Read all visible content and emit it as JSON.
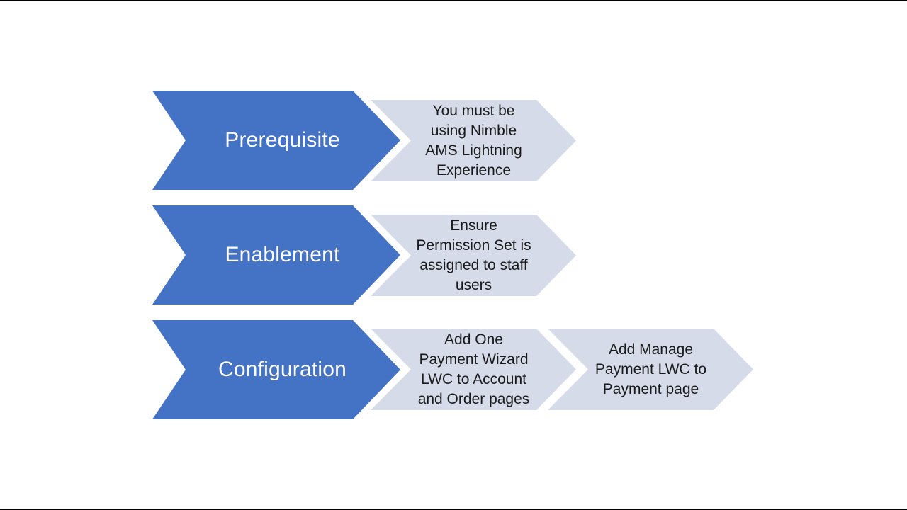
{
  "canvas": {
    "background_color": "#ffffff",
    "edge_line_color": "#000000"
  },
  "diagram": {
    "type": "chevron-process-flow",
    "stage_fill": "#4472C4",
    "stage_text_color": "#ffffff",
    "step_fill": "#D6DBEA",
    "step_text_color": "#1a1a1a",
    "stages": [
      {
        "title": "Prerequisite",
        "steps": [
          "You must be\nusing Nimble\nAMS Lightning\nExperience"
        ]
      },
      {
        "title": "Enablement",
        "steps": [
          "Ensure\nPermission Set is\nassigned to staff\nusers"
        ]
      },
      {
        "title": "Configuration",
        "steps": [
          "Add One\nPayment Wizard\nLWC to Account\nand Order pages",
          "Add Manage\nPayment LWC to\nPayment page"
        ]
      }
    ]
  }
}
